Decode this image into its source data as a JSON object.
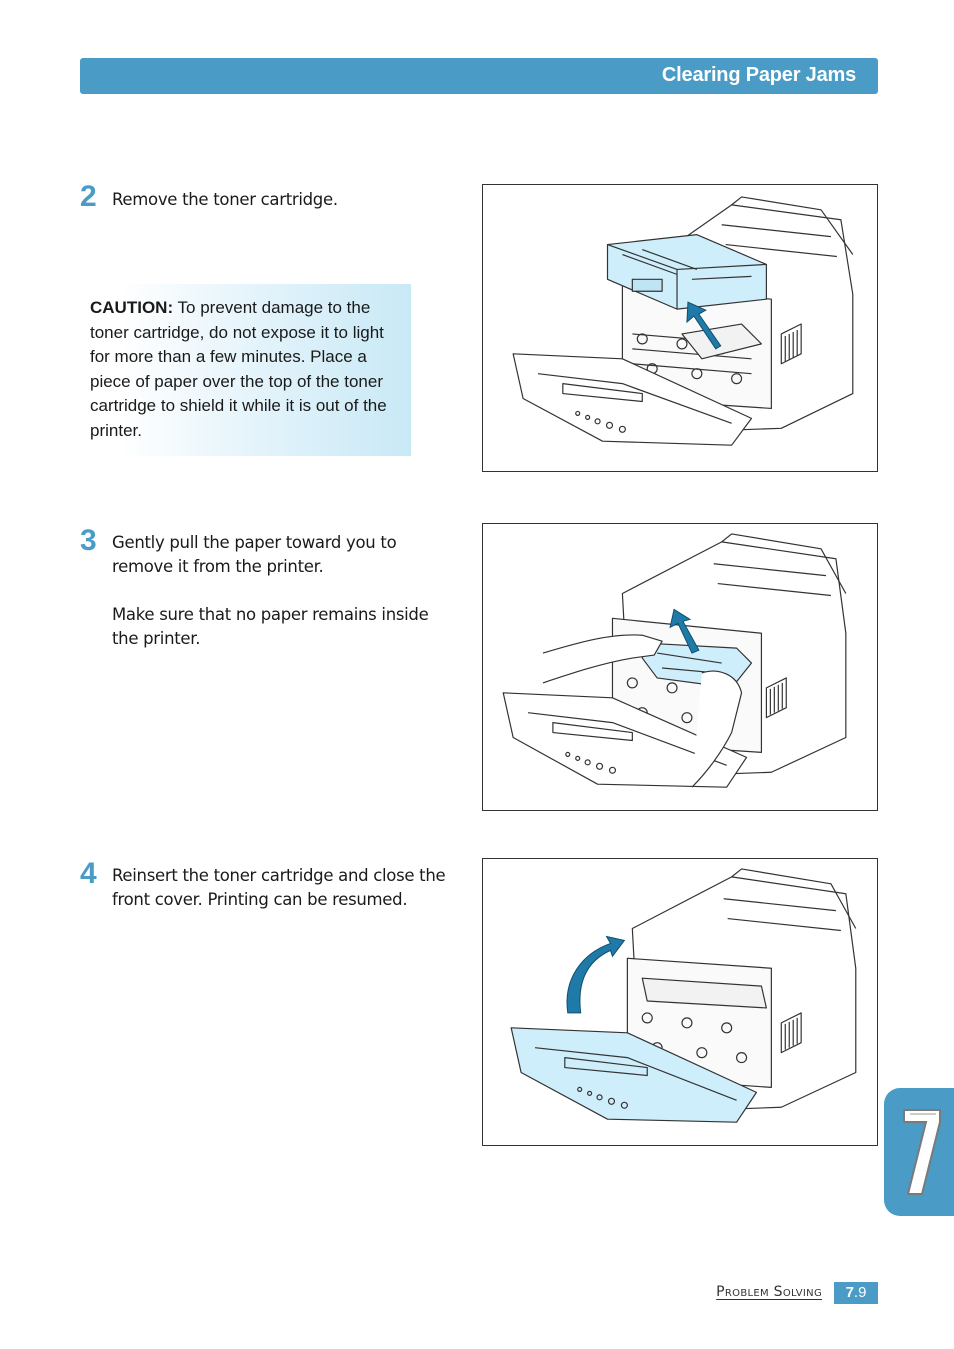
{
  "header": {
    "title": "Clearing Paper Jams"
  },
  "steps": [
    {
      "number": "2",
      "paragraphs": [
        "Remove the toner cartridge."
      ]
    },
    {
      "number": "3",
      "paragraphs": [
        "Gently pull the paper toward you to remove it from the printer.",
        "Make sure that no paper remains inside the printer."
      ]
    },
    {
      "number": "4",
      "paragraphs": [
        "Reinsert the toner cartridge and close the front cover. Printing can be resumed."
      ]
    }
  ],
  "caution": {
    "label": "CAUTION:",
    "text": " To prevent damage to the toner cartridge, do not expose it to light for more than a few minutes. Place a piece of paper over the top of the toner cartridge to shield it while it is out of the printer."
  },
  "chapter_tab": {
    "number": "7"
  },
  "footer": {
    "section": "Problem Solving",
    "page_major": "7",
    "page_minor": ".9"
  },
  "colors": {
    "accent": "#4a9cc6",
    "highlight": "#cfeefb",
    "arrow": "#1f7aa8"
  }
}
